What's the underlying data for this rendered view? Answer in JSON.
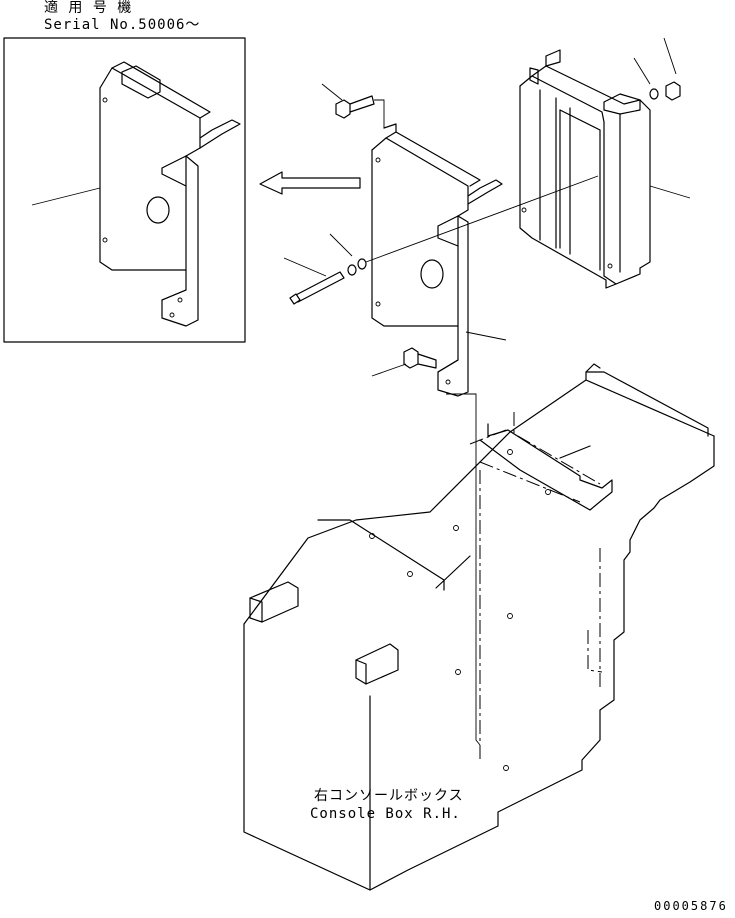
{
  "applicability": {
    "label_jp": "適 用 号 機",
    "serial": "Serial No.50006～"
  },
  "console": {
    "label_jp": "右コンソールボックス",
    "label_en": "Console Box R.H."
  },
  "drawing_number": "00005876"
}
